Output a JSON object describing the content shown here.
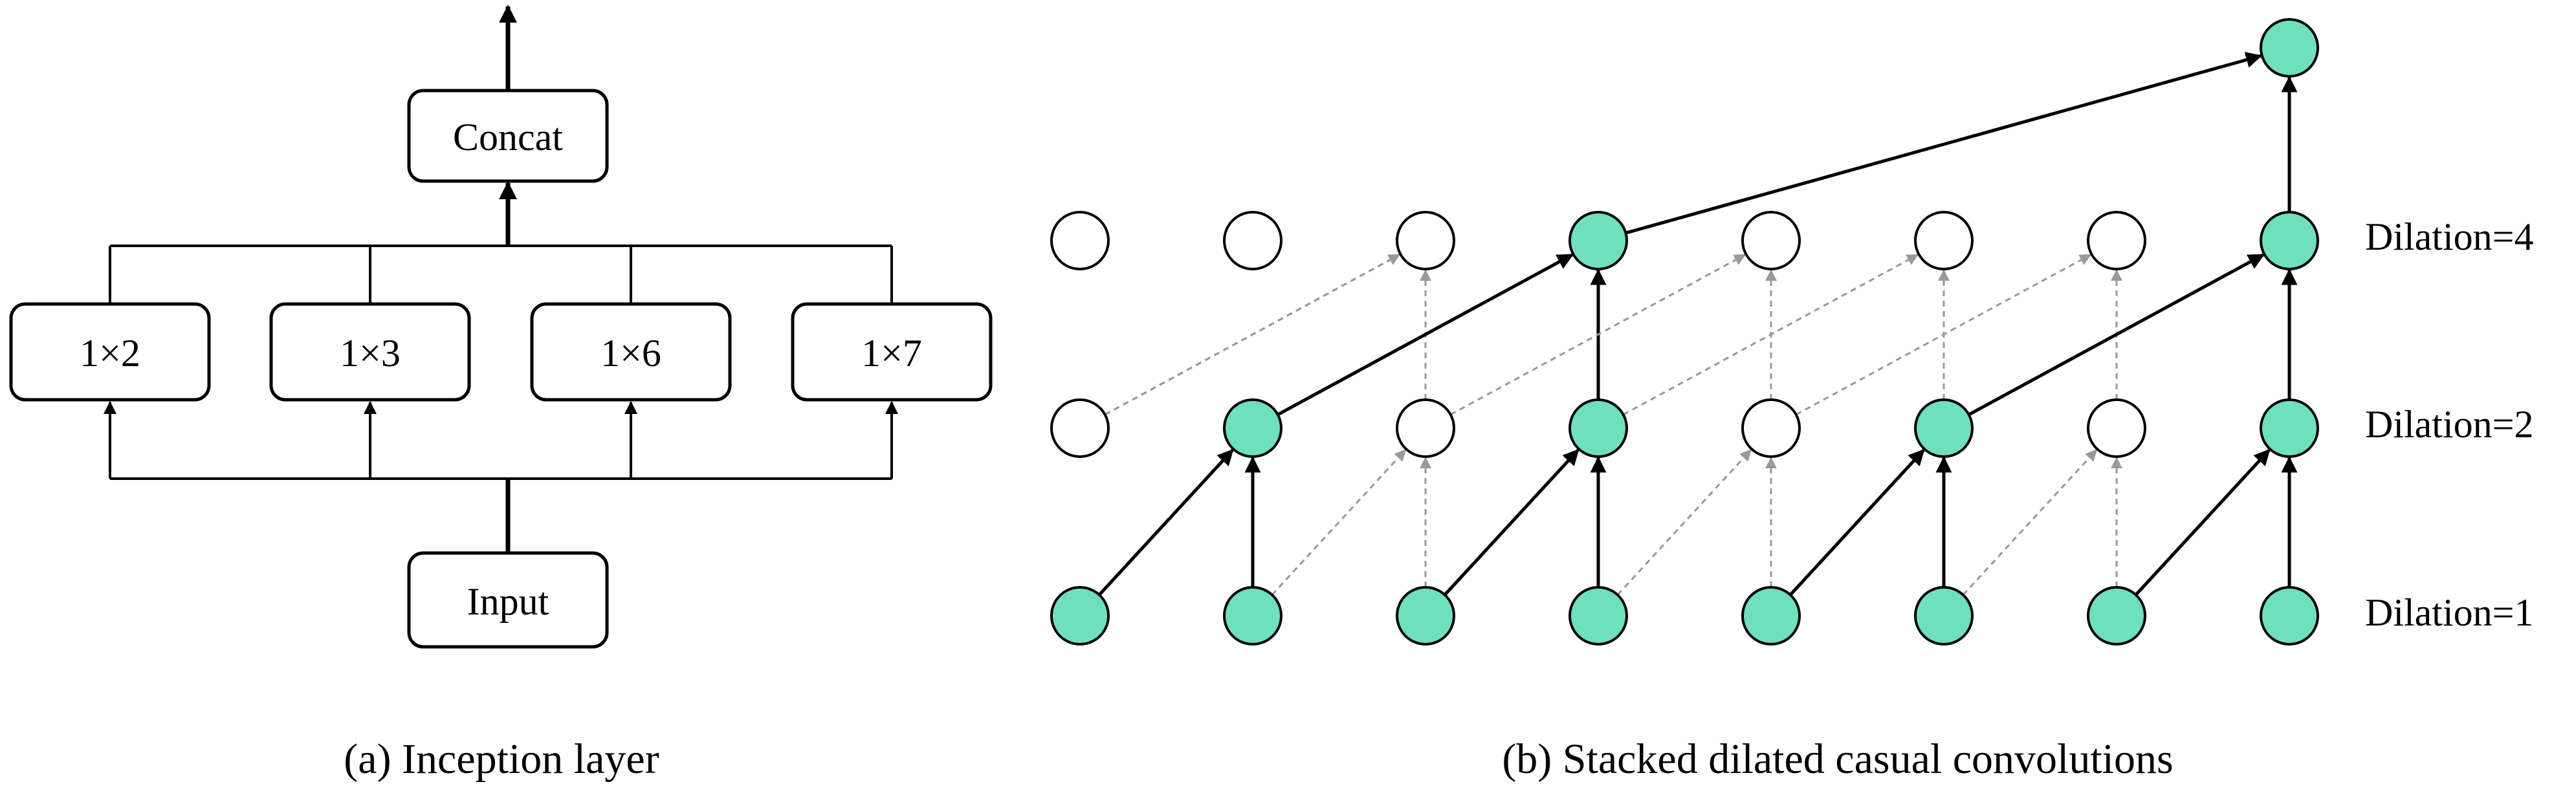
{
  "panel_a": {
    "caption": "(a)  Inception layer",
    "output_box": "Concat",
    "input_box": "Input",
    "kernels": [
      "1×2",
      "1×3",
      "1×6",
      "1×7"
    ]
  },
  "panel_b": {
    "caption": "(b) Stacked dilated casual convolutions",
    "dilation_labels": [
      "Dilation=4",
      "Dilation=2",
      "Dilation=1"
    ],
    "colors": {
      "active_node": "#6fe0bd",
      "inactive_node": "#ffffff",
      "node_stroke": "#000000",
      "active_edge": "#000000",
      "inactive_edge": "#999999"
    },
    "layers": [
      {
        "name": "input",
        "active": [
          1,
          1,
          1,
          1,
          1,
          1,
          1,
          1
        ]
      },
      {
        "name": "dilation-2",
        "active": [
          0,
          1,
          0,
          1,
          0,
          1,
          0,
          1
        ]
      },
      {
        "name": "dilation-4",
        "active": [
          0,
          0,
          0,
          1,
          0,
          0,
          0,
          1
        ]
      },
      {
        "name": "output",
        "active": [
          0,
          0,
          0,
          0,
          0,
          0,
          0,
          1
        ]
      }
    ]
  }
}
